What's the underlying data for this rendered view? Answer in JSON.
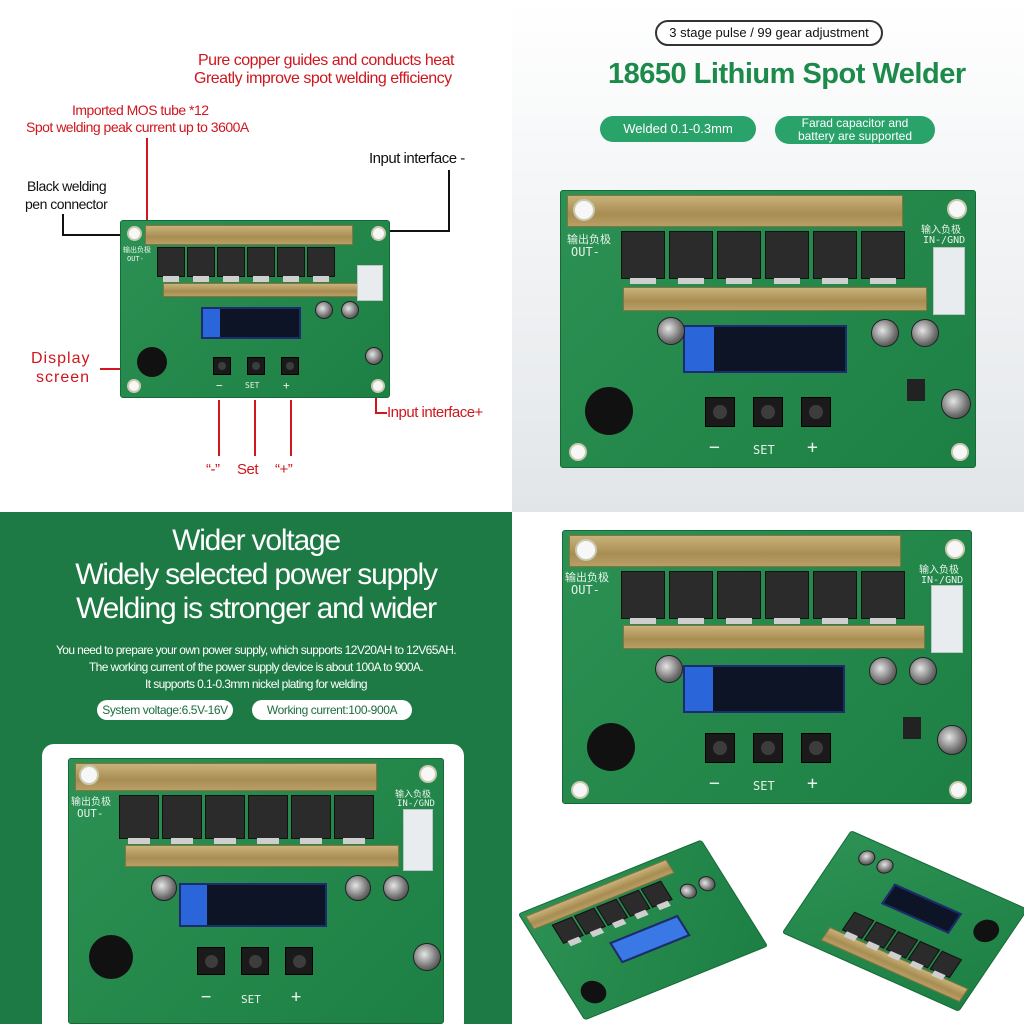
{
  "q1": {
    "copper_note_1": "Pure copper guides and conducts heat",
    "copper_note_2": "Greatly improve spot welding efficiency",
    "mos_note_1": "Imported MOS tube *12",
    "mos_note_2": "Spot welding peak current up to 3600A",
    "pen_note_1": "Black welding",
    "pen_note_2": "pen connector",
    "input_minus": "Input interface -",
    "display_1": "Display",
    "display_2": "screen",
    "input_plus": "Input interface+",
    "btn_minus": "“-”",
    "btn_set": "Set",
    "btn_plus": "“+”"
  },
  "q2": {
    "badge": "3 stage pulse / 99 gear adjustment",
    "title": "18650 Lithium Spot Welder",
    "pill_welded": "Welded 0.1-0.3mm",
    "pill_farad_1": "Farad capacitor and",
    "pill_farad_2": "battery are supported"
  },
  "q3": {
    "heading_1": "Wider voltage",
    "heading_2": "Widely selected power supply",
    "heading_3": "Welding is stronger and wider",
    "desc_1": "You need to prepare your own power supply, which supports 12V20AH to 12V65AH.",
    "desc_2": "The working current of the power supply device is about 100A to 900A.",
    "desc_3": "It supports 0.1-0.3mm nickel plating for welding",
    "pill_voltage": "System voltage:6.5V-16V",
    "pill_current": "Working current:100-900A"
  },
  "board_silk": {
    "out_cn": "输出负极",
    "out_en": "OUT-",
    "in_cn": "输入负极",
    "in_en": "IN-/GND",
    "minus": "−",
    "set": "SET",
    "plus": "+"
  },
  "colors": {
    "brand_green": "#1c8a4a",
    "annotation_red": "#d0161e",
    "pcb_green": "#1f8a49",
    "copper": "#b89f66"
  }
}
